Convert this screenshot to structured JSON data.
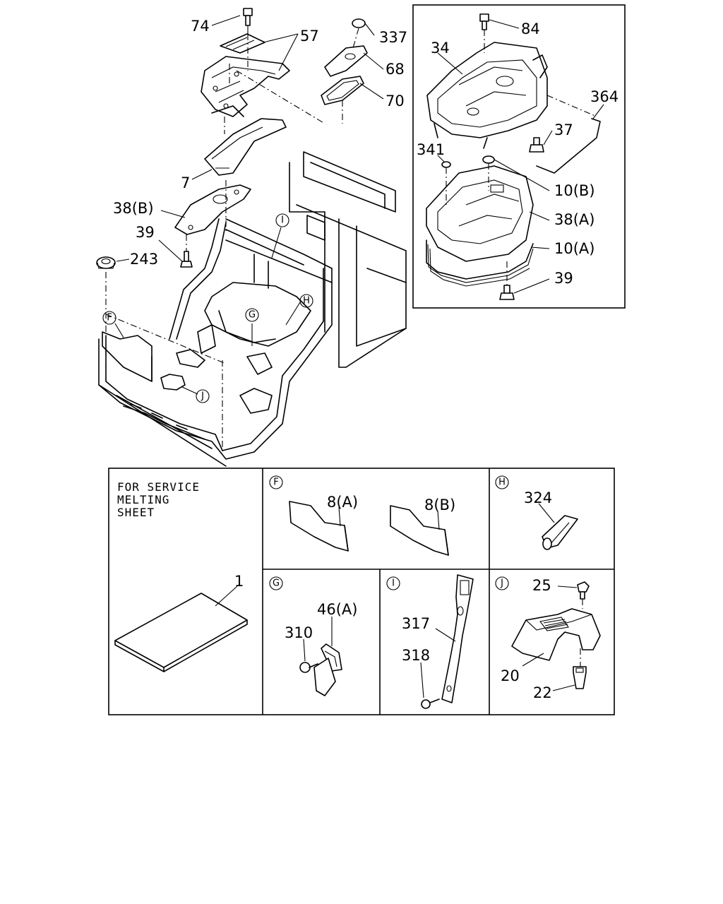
{
  "main_view": {
    "part_labels": {
      "p74": "74",
      "p57": "57",
      "p337": "337",
      "p68": "68",
      "p70": "70",
      "p7": "7",
      "p38b": "38(B)",
      "p39": "39",
      "p243": "243"
    },
    "callouts": {
      "F": "F",
      "G": "G",
      "H": "H",
      "I": "I",
      "J": "J"
    }
  },
  "inset_view": {
    "part_labels": {
      "p84": "84",
      "p34": "34",
      "p364": "364",
      "p37": "37",
      "p341": "341",
      "p10b": "10(B)",
      "p38a": "38(A)",
      "p10a": "10(A)",
      "p39": "39"
    }
  },
  "detail_panels": {
    "service": {
      "note": [
        "FOR SERVICE",
        "MELTING",
        "SHEET"
      ],
      "part": "1"
    },
    "F": {
      "title": "F",
      "parts": [
        "8(A)",
        "8(B)"
      ]
    },
    "H": {
      "title": "H",
      "parts": [
        "324"
      ]
    },
    "G": {
      "title": "G",
      "parts": [
        "46(A)",
        "310"
      ]
    },
    "I": {
      "title": "I",
      "parts": [
        "317",
        "318"
      ]
    },
    "J": {
      "title": "J",
      "parts": [
        "25",
        "20",
        "22"
      ]
    }
  }
}
